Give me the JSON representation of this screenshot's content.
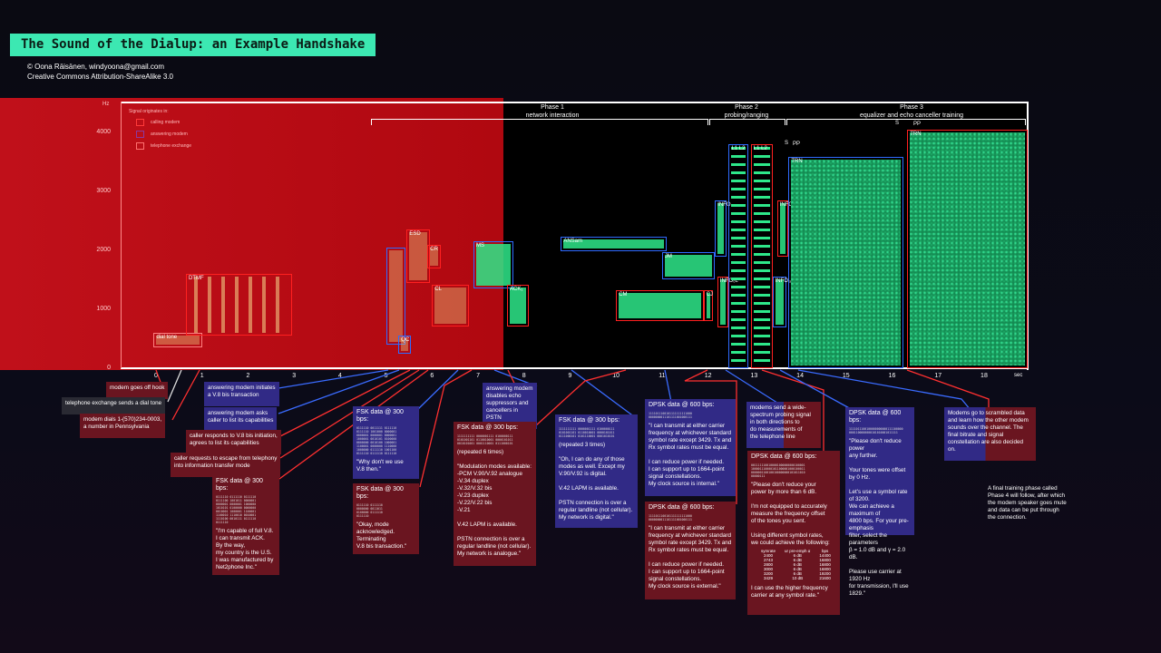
{
  "title": "The Sound of the Dialup: an Example Handshake",
  "credits": [
    "© Oona Räisänen, windyoona@gmail.com",
    "Creative Commons Attribution-ShareAlike 3.0"
  ],
  "legend": {
    "title": "Signal originates in:",
    "items": [
      {
        "label": "calling modem",
        "color": "#ff2a2a"
      },
      {
        "label": "answering modem",
        "color": "#3a5cff"
      },
      {
        "label": "telephone exchange",
        "color": "#ff6a6a"
      }
    ]
  },
  "axes": {
    "y_unit": "Hz",
    "y_ticks": [
      0,
      1000,
      2000,
      3000,
      4000
    ],
    "x_unit": "sec",
    "x_ticks": [
      0,
      1,
      2,
      3,
      4,
      5,
      6,
      7,
      8,
      9,
      10,
      11,
      12,
      13,
      14,
      15,
      16,
      17,
      18
    ]
  },
  "phases": [
    {
      "name": "Phase 1",
      "desc": "network interaction"
    },
    {
      "name": "Phase 2",
      "desc": "probing/ranging"
    },
    {
      "name": "Phase 3",
      "desc": "equalizer and echo canceller training"
    }
  ],
  "colors": {
    "calling": "#ff2020",
    "answering": "#2f6bff",
    "exchange": "#ff8080",
    "signal": "#2ee88a",
    "title_bg": "#3ce8b2"
  },
  "segments": [
    {
      "label": "dial tone",
      "t0": -0.05,
      "t1": 1.0,
      "f0": 350,
      "f1": 600,
      "origin": "exchange"
    },
    {
      "label": "DTMF",
      "t0": 0.65,
      "t1": 2.95,
      "f0": 550,
      "f1": 1600,
      "origin": "calling"
    },
    {
      "label": "",
      "t0": 5.0,
      "t1": 5.42,
      "f0": 400,
      "f1": 2050,
      "origin": "answering"
    },
    {
      "label": "QC",
      "t0": 5.27,
      "t1": 5.55,
      "f0": 250,
      "f1": 550,
      "origin": "answering"
    },
    {
      "label": "ESD",
      "t0": 5.45,
      "t1": 5.95,
      "f0": 1450,
      "f1": 2350,
      "origin": "calling"
    },
    {
      "label": "CR",
      "t0": 5.9,
      "t1": 6.2,
      "f0": 1700,
      "f1": 2100,
      "origin": "calling"
    },
    {
      "label": "CL",
      "t0": 6.0,
      "t1": 6.8,
      "f0": 700,
      "f1": 1420,
      "origin": "calling"
    },
    {
      "label": "MS",
      "t0": 6.9,
      "t1": 7.77,
      "f0": 1350,
      "f1": 2150,
      "origin": "answering"
    },
    {
      "label": "ACK₁",
      "t0": 7.63,
      "t1": 8.1,
      "f0": 700,
      "f1": 1420,
      "origin": "calling"
    },
    {
      "label": "ANSam",
      "t0": 8.8,
      "t1": 11.1,
      "f0": 1980,
      "f1": 2230,
      "origin": "answering"
    },
    {
      "label": "JM",
      "t0": 11.0,
      "t1": 12.15,
      "f0": 1500,
      "f1": 1970,
      "origin": "answering"
    },
    {
      "label": "CM",
      "t0": 10.0,
      "t1": 11.9,
      "f0": 800,
      "f1": 1320,
      "origin": "calling"
    },
    {
      "label": "CJ",
      "t0": 11.9,
      "t1": 12.1,
      "f0": 800,
      "f1": 1320,
      "origin": "calling"
    },
    {
      "label": "INFO₀ₐ",
      "t0": 12.15,
      "t1": 12.4,
      "f0": 1900,
      "f1": 2850,
      "origin": "answering"
    },
    {
      "label": "INFO₀c",
      "t0": 12.2,
      "t1": 12.45,
      "f0": 700,
      "f1": 1550,
      "origin": "calling"
    },
    {
      "label": "L1 L2",
      "t0": 12.45,
      "t1": 12.88,
      "f0": 0,
      "f1": 3800,
      "origin": "answering"
    },
    {
      "label": "L1 L2",
      "t0": 12.93,
      "t1": 13.4,
      "f0": 0,
      "f1": 3800,
      "origin": "calling"
    },
    {
      "label": "INFO₁c",
      "t0": 13.5,
      "t1": 13.75,
      "f0": 1900,
      "f1": 2850,
      "origin": "calling"
    },
    {
      "label": "INFO₁ₐ",
      "t0": 13.4,
      "t1": 13.7,
      "f0": 700,
      "f1": 1550,
      "origin": "answering"
    },
    {
      "label": "TRN",
      "t0": 13.75,
      "t1": 16.25,
      "f0": 0,
      "f1": 3580,
      "origin": "answering"
    },
    {
      "label": "TRN",
      "t0": 16.33,
      "t1": 18.95,
      "f0": 0,
      "f1": 4050,
      "origin": "calling"
    }
  ],
  "marks": {
    "s1": "S",
    "pp1": "PP",
    "s2": "S",
    "pp2": "PP"
  },
  "callouts": {
    "offhook": "modem goes off hook",
    "dialtone": "telephone exchange sends a dial tone",
    "dials": "modem dials 1-(570)234-0003,\na number in Pennsylvania",
    "v8bis_init": "answering modem initiates\na V.8 bis transaction",
    "v8bis_list": "answering modem asks\ncaller to list its capabilities",
    "caller_resp": "caller responds to V.8 bis initiation,\nagrees to list its capabilities",
    "caller_escape": "caller requests to escape from telephony\ninto information transfer mode",
    "echo": "answering modem\ndisables echo\nsuppressors and\ncancellers in PSTN",
    "probing": "modems send a wide-\nspectrum probing signal\nin both directions to\ndo measurements of\nthe telephone line",
    "scrambled": "Modems go to scrambled data\nand learn how the other modem\nsounds over the channel. The\nfinal bitrate and signal\nconstellation are also decided\non.",
    "final": "A final training phase called\nPhase 4 will follow, after which\nthe modem speaker goes mute\nand data can be put through\nthe connection."
  },
  "data_boxes": [
    {
      "head": "FSK data @ 300 bps:",
      "bits": "0111110 0111110 0111110\n0111100 1001011 0000001\n0000001 0000001 1000000\n1010101 0100000 0000000\n0010001 1000001 1100001\n1100010 1110010 0010001\n1110100 0010111 0111110\n0111110",
      "text": "\"I'm capable of full V.8.\nI can transmit ACK.\nBy the way,\nmy country is the U.S.\nI was manufactured by\nNet2phone Inc.\""
    },
    {
      "head": "FSK data @ 300 bps:",
      "bits": "0111110 0011111 0111110\n0111110 1001000 0000001\n0000001 0000001 0000001\n1000001 0010101 0100000\n0000000 0010100 1000001\n1100001 0000000 1110000\n1000000 0111110 1001100\n0111110 0111110 0111110",
      "text": "\"Why don't we use\nV.8 then.\""
    },
    {
      "head": "FSK data @ 300 bps:",
      "bits": "0111110 0111110\n0000000 0011011\n0100000 0111110\n0111110",
      "text": "\"Okay, mode\nacknowledged.\nTerminating\nV.8 bis transaction.\""
    },
    {
      "head": "FSK data @ 300 bps:",
      "bits": "1111111111 0000001111 0100000111\n0101001101 0110010001 0000101011\n0010101001 0001110001 0111000101",
      "text": "(repeated 6 times)\n\n\"Modulation modes available:\n  -PCM V.90/V.92 analogue\n  -V.34 duplex\n  -V.32/V.32 bis\n  -V.23 duplex\n  -V.22/V.22 bis\n  -V.21\n\nV.42 LAPM is available.\n\nPSTN connection is over a\nregular landline (not cellular).\nMy network is analogue.\""
    },
    {
      "head": "FSK data @ 300 bps:",
      "bits": "1111111111 0000001111 0100000111\n0101001101 0110010001 0000101011\n0111000101 0101110001 0001010101",
      "text": "(repeated 3 times)\n\n\"Oh, I can do any of those\nmodes as well. Except my\nV.90/V.92 is digital.\n\nV.42 LAPM is available.\n\nPSTN connection is over a\nregular landline (not cellular).\nMy network is digital.\""
    },
    {
      "head": "DPSK data @ 600 bps:",
      "bits": "1111011100101111111111000\n0000000011101111001000111",
      "text": "\"I can transmit at either carrier\nfrequency at whichever standard\nsymbol rate except 3429. Tx and\nRx symbol rates must be equal.\n\nI can reduce power if needed.\nI can support up to 1664-point\nsignal constellations.\nMy clock source is internal.\""
    },
    {
      "head": "DPSK data @ 600 bps:",
      "bits": "1111011100101111111111000\n0000000011101111001000111",
      "text": "\"I can transmit at either carrier\nfrequency at whichever standard\nsymbol rate except 3429. Tx and\nRx symbol rates must be equal.\n\nI can reduce power if needed.\nI can support up to 1664-point\nsignal constellations.\nMy clock source is external.\""
    },
    {
      "head": "DPSK data @ 600 bps:",
      "bits": "0011111100100001000000000100001\n1000011100001011000001000100011\n0000001100100100000000101011010\n00000111",
      "text": "\"Please don't reduce your\npower by more than 6 dB.\n\nI'm not equipped to accurately\nmeasure the frequency offset\nof the tones you sent.\n\nUsing different symbol rates,\nwe could achieve the following:",
      "table": {
        "headers": [
          "symrate",
          "ur pre-emph α",
          "bps"
        ],
        "rows": [
          [
            "2400",
            "6 dB",
            "14400"
          ],
          [
            "2743",
            "6 dB",
            "16800"
          ],
          [
            "2800",
            "6 dB",
            "16800"
          ],
          [
            "3000",
            "6 dB",
            "16800"
          ],
          [
            "3200",
            "6 dB",
            "19200"
          ],
          [
            "3429",
            "10 dB",
            "21600"
          ]
        ]
      },
      "tail": "I can use the higher frequency\ncarrier at any symbol rate.\""
    },
    {
      "head": "DPSK data @ 600 bps:",
      "bits": "1111011100100000000000111100000\n0001100000000101010001011111",
      "text": "\"Please don't reduce power\nany further.\n\nYour tones were offset by 0 Hz.\n\nLet's use a symbol rate of 3200.\nWe can achieve a maximum of\n4800 bps. For your pre-emphasis\nfilter, select the parameters\nβ = 1.0 dB and γ = 2.0 dB.\n\nPlease use carrier at 1920 Hz\nfor transmission, I'll use 1829.\""
    }
  ]
}
